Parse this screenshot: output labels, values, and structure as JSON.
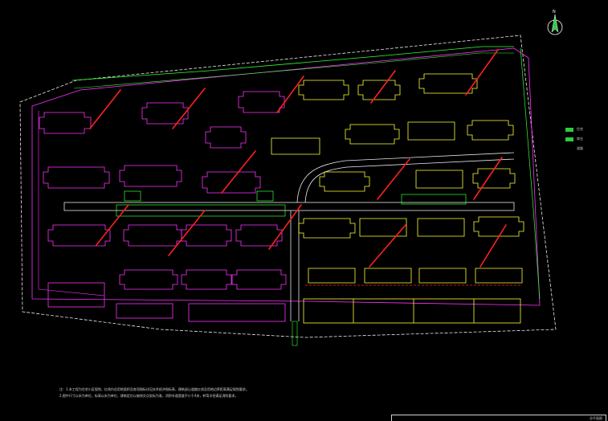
{
  "drawing": {
    "notes": [
      "注：1.本工程为住宅小区规划，红线内总用地面积及各项指标详见技术经济指标表，建筑退让道路红线及用地边界距离满足规划要求。",
      "2.图中尺寸以米为单位，标高以米为单位，建筑定位以轴线交点坐标为准，消防车道宽度不小于4米，转弯半径满足消防要求。"
    ],
    "legend": [
      {
        "label": "住宅",
        "color": "#2ecc40"
      },
      {
        "label": "商业",
        "color": "#2ecc40"
      },
      {
        "label": "道路",
        "color": "#2ecc40"
      }
    ],
    "title_block": {
      "label": "总平面图"
    },
    "north_arrow": {
      "label": "N"
    },
    "colors": {
      "background": "#000000",
      "boundary": "#ffffff",
      "site_magenta": "#ff33ff",
      "building_yellow": "#ffff33",
      "outline_green": "#33ff33",
      "marker_red": "#ff2020",
      "road_white": "#e8e8e8"
    }
  }
}
